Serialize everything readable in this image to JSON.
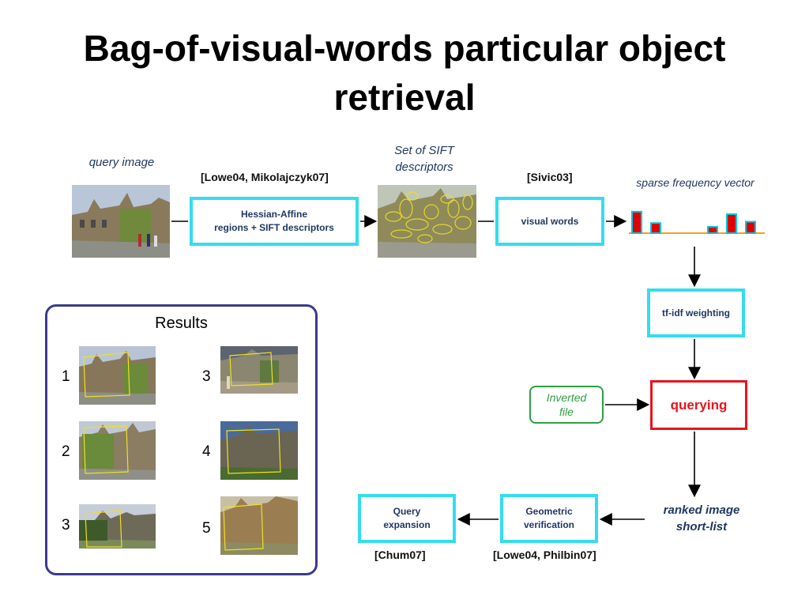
{
  "slide": {
    "title_line1": "Bag-of-visual-words particular object",
    "title_line2": "retrieval"
  },
  "pipeline": {
    "query_image_caption": "query image",
    "sift_caption_line1": "Set of SIFT",
    "sift_caption_line2": "descriptors",
    "sparse_vector_caption": "sparse frequency vector",
    "cite_lowe_mikolajczyk": "[Lowe04, Mikolajczyk07]",
    "cite_sivic": "[Sivic03]",
    "hessian_box_line1": "Hessian-Affine",
    "hessian_box_line2": "regions + SIFT descriptors",
    "visual_words_box": "visual words",
    "tfidf_box": "tf-idf weighting",
    "inverted_file_line1": "Inverted",
    "inverted_file_line2": "file",
    "querying_box": "querying",
    "ranked_line1": "ranked image",
    "ranked_line2": "short-list",
    "geometric_line1": "Geometric",
    "geometric_line2": "verification",
    "query_expansion_line1": "Query",
    "query_expansion_line2": "expansion",
    "cite_chum": "[Chum07]",
    "cite_lowe_philbin": "[Lowe04, Philbin07]",
    "histogram_bars": [
      0.85,
      0.4,
      0.0,
      0.0,
      0.25,
      0.75,
      0.45
    ],
    "colors": {
      "accent_box": "#33ddee",
      "querying": "#e8141c",
      "inverted_file": "#2ea043",
      "results_border": "#3a3a8c",
      "histogram_bar": "#e00000",
      "histogram_outline": "#00c8e0",
      "histogram_axis": "#f0a020"
    }
  },
  "results": {
    "title": "Results",
    "ranks": [
      "1",
      "2",
      "3",
      "3",
      "4",
      "5"
    ]
  }
}
